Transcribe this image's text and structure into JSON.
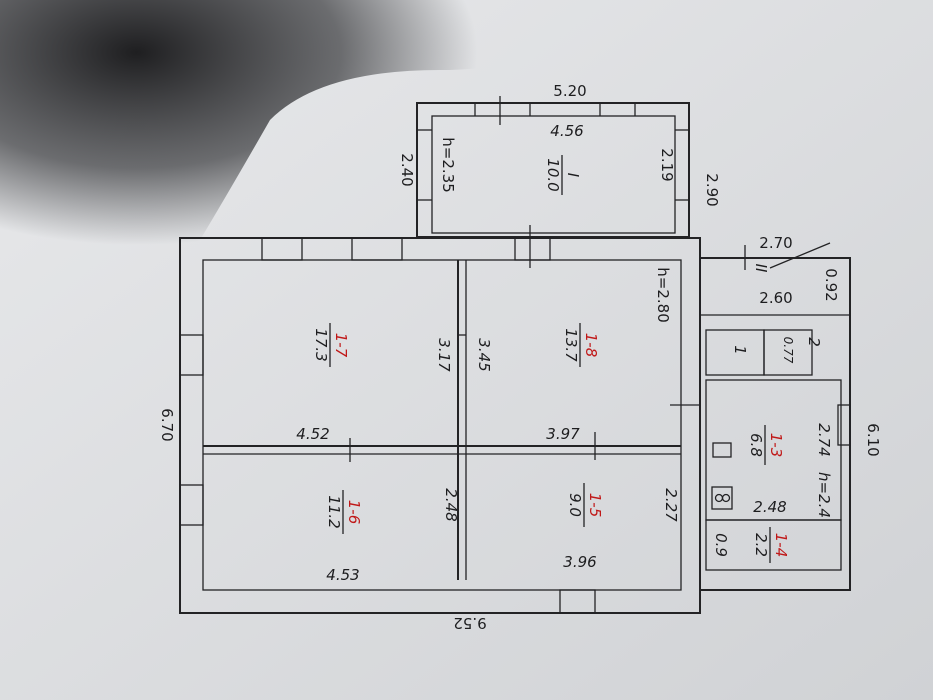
{
  "plan": {
    "outer_dims": {
      "top": "5.20",
      "left_annex": "2.40",
      "h_annex": "h=2.35",
      "right_annex_outer": "2.90",
      "right_annex_inner": "2.19",
      "left_main": "6.70",
      "bottom": "9.52",
      "right_main": "6.10",
      "h_main": "h=2.80",
      "veranda_top": "2.70",
      "veranda_inner": "2.60",
      "veranda_side": "0.92"
    },
    "rooms": [
      {
        "id": "I",
        "num": "I",
        "area": "10.0",
        "width_label": "4.56"
      },
      {
        "id": "1-7",
        "num": "1-7",
        "area": "17.3",
        "dim_a": "4.52",
        "dim_b": "3.17"
      },
      {
        "id": "1-8",
        "num": "1-8",
        "area": "13.7",
        "dim_a": "3.97",
        "dim_b": "3.45"
      },
      {
        "id": "1-6",
        "num": "1-6",
        "area": "11.2",
        "dim_a": "4.53",
        "dim_b": "2.48"
      },
      {
        "id": "1-5",
        "num": "1-5",
        "area": "9.0",
        "dim_a": "3.96",
        "dim_b": "2.27"
      },
      {
        "id": "1-3",
        "num": "1-3",
        "area": "6.8",
        "dim_a": "2.74",
        "dim_b": "2.48",
        "h": "h=2.4"
      },
      {
        "id": "1-4",
        "num": "1-4",
        "area": "2.2",
        "dim_a": "0.9"
      },
      {
        "id": "1",
        "num": "1"
      },
      {
        "id": "2",
        "num": "2",
        "area": "0.77"
      },
      {
        "id": "II",
        "num": "II"
      }
    ]
  }
}
